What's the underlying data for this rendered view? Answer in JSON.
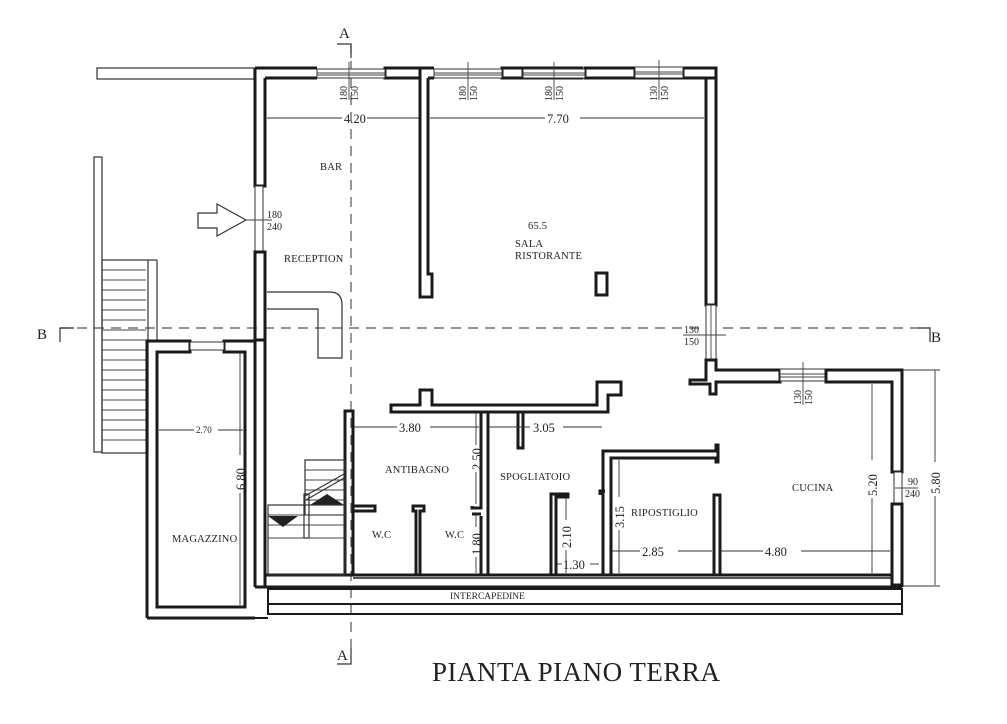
{
  "title": "PIANTA PIANO TERRA",
  "section_markers": {
    "a_top": "A",
    "a_bottom": "A",
    "b_left": "B",
    "b_right": "B"
  },
  "rooms": {
    "bar": "BAR",
    "reception": "RECEPTION",
    "sala_area": "65.5",
    "sala_line1": "SALA",
    "sala_line2": "RISTORANTE",
    "magazzino": "MAGAZZINO",
    "antibagno": "ANTIBAGNO",
    "wc1": "W.C",
    "wc2": "W.C",
    "spogliatoio": "SPOGLIATOIO",
    "ripostiglio": "RIPOSTIGLIO",
    "cucina": "CUCINA",
    "intercapedine": "INTERCAPEDINE"
  },
  "dimensions": {
    "bar_width": "4.20",
    "sala_width": "7.70",
    "magazzino_width": "2.70",
    "magazzino_length": "6.80",
    "antibagno_width": "3.80",
    "antibagno_depth": "2.50",
    "wc_depth": "1.80",
    "spogliatoio_width": "3.05",
    "spogliatoio_inner_h": "2.10",
    "spogliatoio_inner_w": "1.30",
    "ripostiglio_h": "3.15",
    "ripostiglio_w": "2.85",
    "cucina_w": "4.80",
    "cucina_inner_h": "5.20",
    "cucina_outer_h": "5.80"
  },
  "openings": {
    "w1_top": "180",
    "w1_bot": "150",
    "w2_top": "180",
    "w2_bot": "150",
    "w3_top": "180",
    "w3_bot": "150",
    "w4_top": "130",
    "w4_bot": "150",
    "entrance_top": "180",
    "entrance_bot": "240",
    "sala_side_top": "130",
    "sala_side_bot": "150",
    "cucina_win_top": "130",
    "cucina_win_bot": "150",
    "cucina_door_top": "90",
    "cucina_door_bot": "240"
  },
  "icons": {
    "entrance": "entrance-arrow-icon",
    "stairs": "stairs-icon"
  }
}
